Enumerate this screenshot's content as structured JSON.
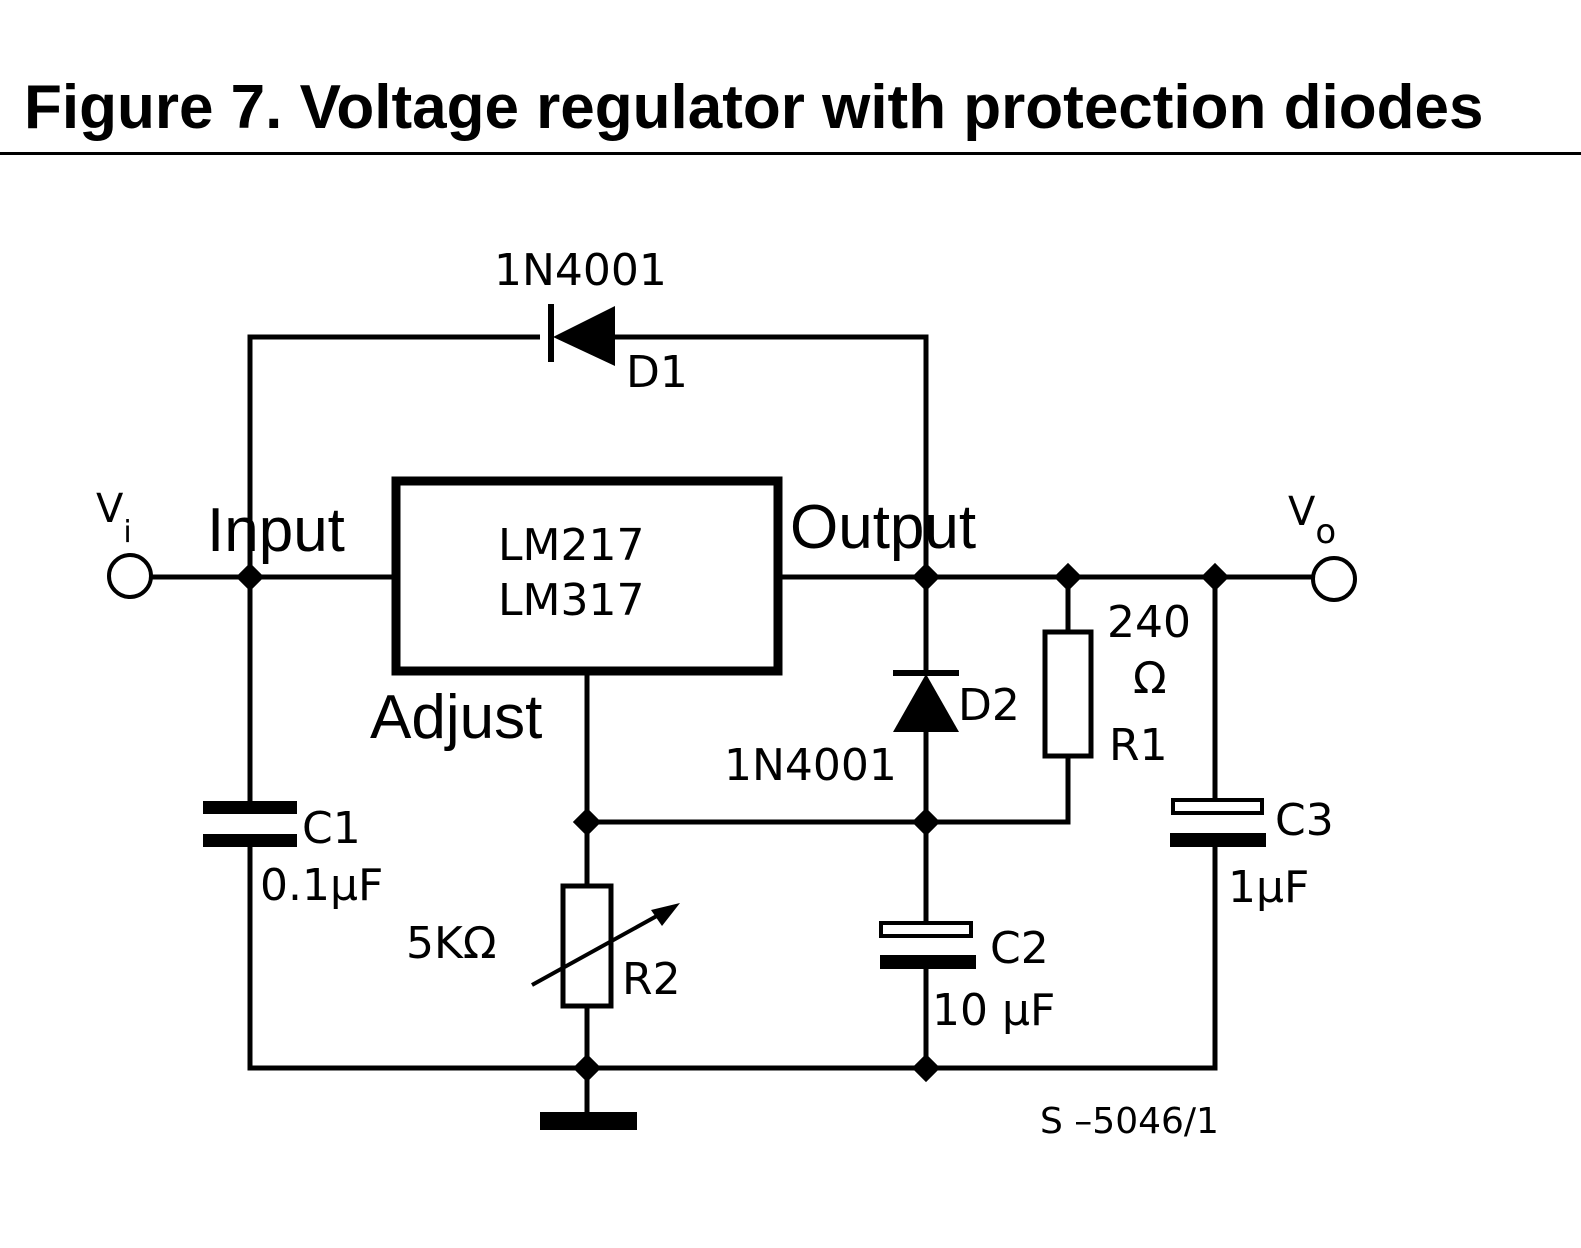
{
  "title": "Figure 7. Voltage regulator with protection diodes",
  "ic": {
    "line1": "LM217",
    "line2": "LM317"
  },
  "pins": {
    "input": "Input",
    "output": "Output",
    "adjust": "Adjust"
  },
  "terminals": {
    "vi_main": "V",
    "vi_sub": "i",
    "vo_main": "V",
    "vo_sub": "o"
  },
  "d1": {
    "part": "1N4001",
    "ref": "D1"
  },
  "d2": {
    "part": "1N4001",
    "ref": "D2"
  },
  "r1": {
    "value_line1": "240",
    "value_line2": "Ω",
    "ref": "R1"
  },
  "r2": {
    "value": "5KΩ",
    "ref": "R2"
  },
  "c1": {
    "ref": "C1",
    "value": "0.1µF"
  },
  "c2": {
    "ref": "C2",
    "value": "10 µF"
  },
  "c3": {
    "ref": "C3",
    "value": "1µF"
  },
  "drawing_code": "S –5046/1"
}
